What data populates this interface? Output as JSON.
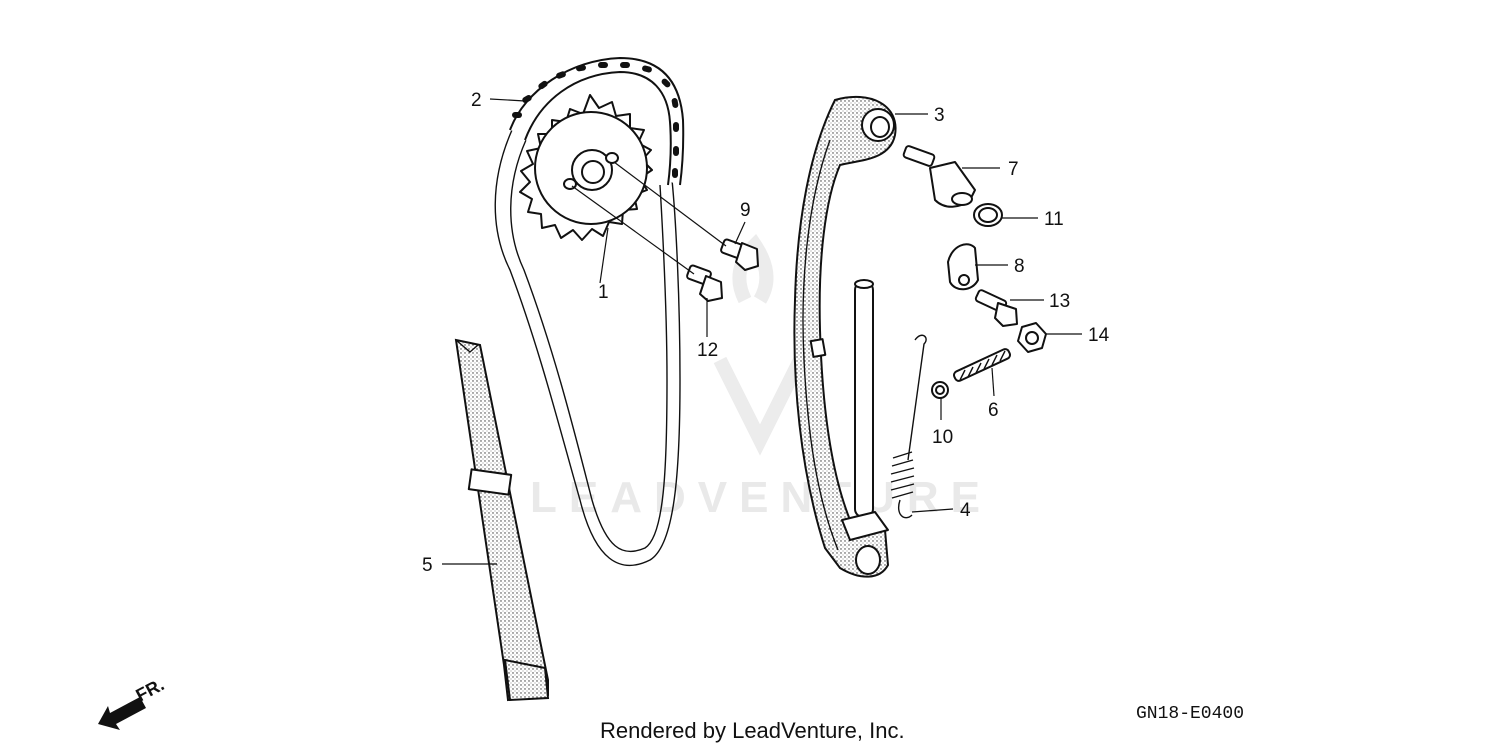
{
  "diagram": {
    "callouts": [
      "1",
      "2",
      "3",
      "4",
      "5",
      "6",
      "7",
      "8",
      "9",
      "10",
      "11",
      "12",
      "13",
      "14"
    ],
    "watermark": "LEADVENTURE",
    "footer": "Rendered by LeadVenture, Inc.",
    "code": "GN18-E0400",
    "front_marker": "FR."
  }
}
